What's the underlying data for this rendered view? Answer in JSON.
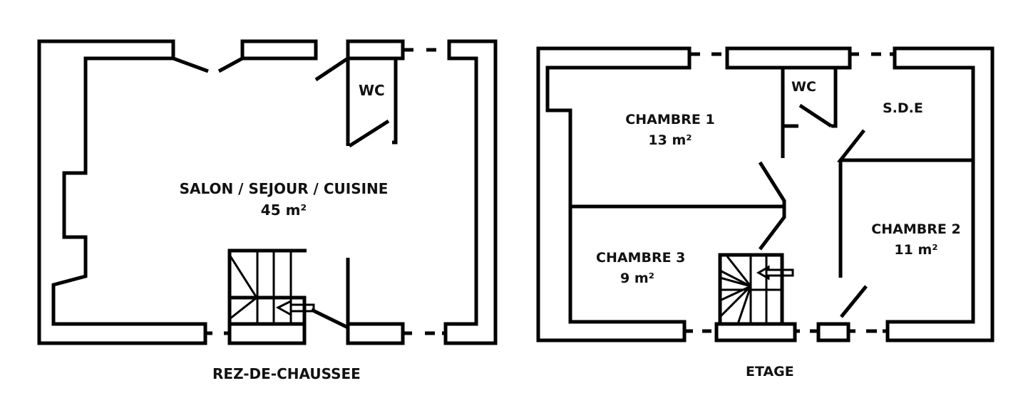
{
  "ground_floor": {
    "title": "REZ-DE-CHAUSSEE",
    "rooms": [
      {
        "name": "SALON / SEJOUR / CUISINE",
        "area": "45 m²"
      },
      {
        "name": "WC"
      }
    ]
  },
  "upper_floor": {
    "title": "ETAGE",
    "rooms": [
      {
        "name": "CHAMBRE 1",
        "area": "13 m²"
      },
      {
        "name": "WC"
      },
      {
        "name": "S.D.E"
      },
      {
        "name": "CHAMBRE 2",
        "area": "11 m²"
      },
      {
        "name": "CHAMBRE 3",
        "area": "9 m²"
      }
    ]
  }
}
